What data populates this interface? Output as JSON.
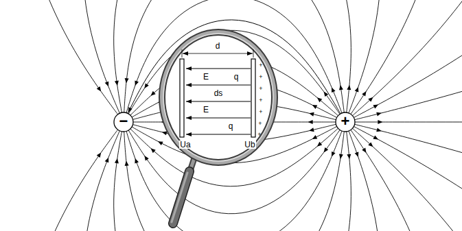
{
  "diagram": {
    "nodes": [
      {
        "text": [
          "−"
        ]
      },
      {
        "text": [
          "+"
        ]
      }
    ],
    "edges": [
      {
        "from": 1,
        "to": 0,
        "arrow": "to"
      }
    ],
    "labels": [
      "d",
      "E",
      "ds",
      "q",
      "E",
      "q",
      "Ua",
      "Ub",
      "+",
      "+",
      "+",
      "+",
      "+",
      "+",
      "+"
    ]
  }
}
